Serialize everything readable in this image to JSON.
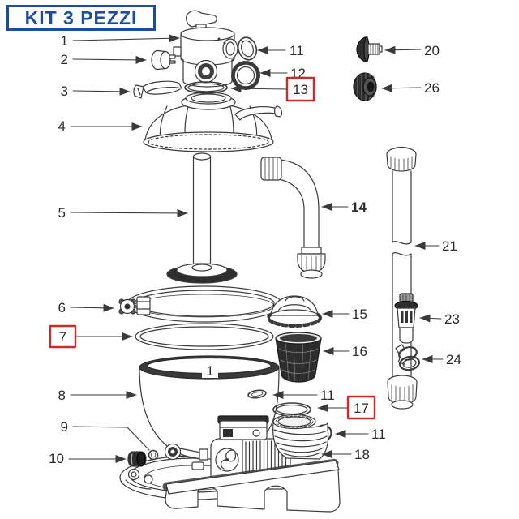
{
  "title": "KIT 3 PEZZI",
  "colors": {
    "title-blue": "#1d4e9e",
    "highlight-red": "#cc2b2b",
    "line-dark": "#3a3a3a",
    "num-color": "#2b2b2b"
  },
  "callouts": [
    {
      "label": "1",
      "highlighted": false
    },
    {
      "label": "2",
      "highlighted": false
    },
    {
      "label": "3",
      "highlighted": false
    },
    {
      "label": "4",
      "highlighted": false
    },
    {
      "label": "5",
      "highlighted": false
    },
    {
      "label": "6",
      "highlighted": false
    },
    {
      "label": "7",
      "highlighted": true
    },
    {
      "label": "8",
      "highlighted": false
    },
    {
      "label": "9",
      "highlighted": false
    },
    {
      "label": "10",
      "highlighted": false
    },
    {
      "label": "11",
      "highlighted": false
    },
    {
      "label": "12",
      "highlighted": false
    },
    {
      "label": "13",
      "highlighted": true
    },
    {
      "label": "14",
      "highlighted": false
    },
    {
      "label": "15",
      "highlighted": false
    },
    {
      "label": "16",
      "highlighted": false
    },
    {
      "label": "17",
      "highlighted": true
    },
    {
      "label": "11",
      "highlighted": false
    },
    {
      "label": "11",
      "highlighted": false
    },
    {
      "label": "18",
      "highlighted": false
    },
    {
      "label": "20",
      "highlighted": false
    },
    {
      "label": "26",
      "highlighted": false
    },
    {
      "label": "21",
      "highlighted": false
    },
    {
      "label": "23",
      "highlighted": false
    },
    {
      "label": "24",
      "highlighted": false
    },
    {
      "label": "1",
      "highlighted": false
    }
  ]
}
